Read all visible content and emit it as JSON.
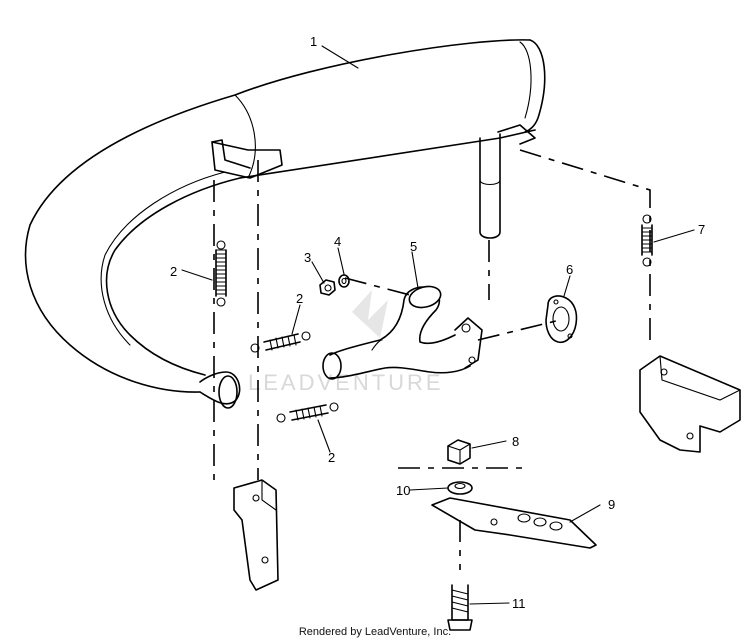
{
  "diagram": {
    "callouts": [
      {
        "id": "1",
        "label": "1"
      },
      {
        "id": "2a",
        "label": "2"
      },
      {
        "id": "2b",
        "label": "2"
      },
      {
        "id": "2c",
        "label": "2"
      },
      {
        "id": "3",
        "label": "3"
      },
      {
        "id": "4",
        "label": "4"
      },
      {
        "id": "5",
        "label": "5"
      },
      {
        "id": "6",
        "label": "6"
      },
      {
        "id": "7",
        "label": "7"
      },
      {
        "id": "8",
        "label": "8"
      },
      {
        "id": "9",
        "label": "9"
      },
      {
        "id": "10",
        "label": "10"
      },
      {
        "id": "11",
        "label": "11"
      }
    ],
    "watermark": "LEADVENTURE",
    "credit": "Rendered by LeadVenture, Inc."
  }
}
